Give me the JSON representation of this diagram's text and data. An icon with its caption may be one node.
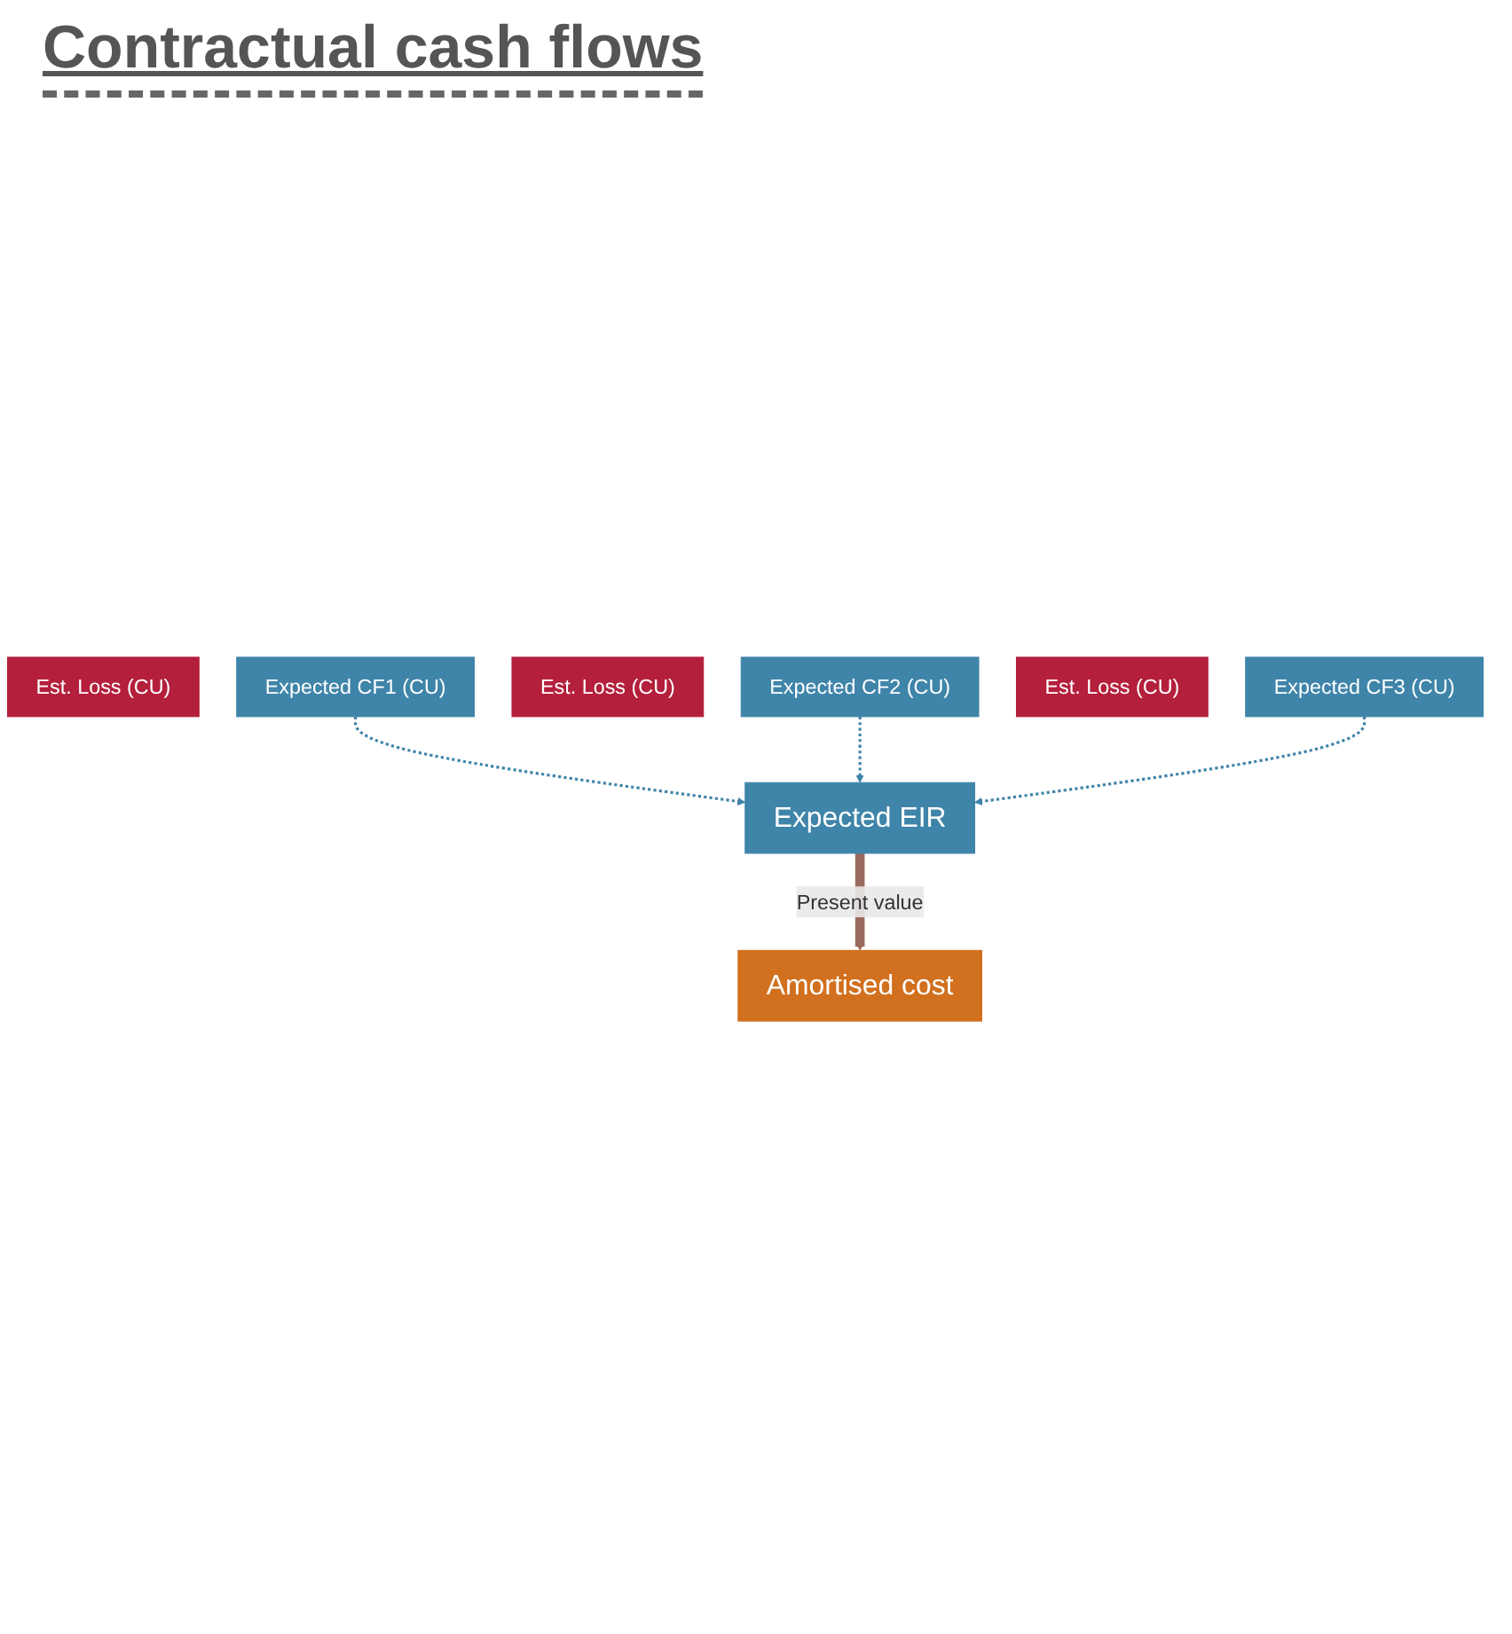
{
  "diagram": {
    "title": "Contractual cash flows",
    "nodes": [
      {
        "text": [
          "Est. Loss (CU)"
        ]
      },
      {
        "text": [
          "Expected CF1 (CU)"
        ]
      },
      {
        "text": [
          "Est. Loss (CU)"
        ]
      },
      {
        "text": [
          "Expected CF2 (CU)"
        ]
      },
      {
        "text": [
          "Est. Loss (CU)"
        ]
      },
      {
        "text": [
          "Expected CF3 (CU)"
        ]
      },
      {
        "text": [
          "Expected EIR"
        ]
      },
      {
        "text": [
          "Amortised cost"
        ]
      }
    ],
    "edges": [
      {
        "from": 1,
        "to": 6,
        "arrow": "to",
        "style": "dashed"
      },
      {
        "from": 3,
        "to": 6,
        "arrow": "to",
        "style": "dashed"
      },
      {
        "from": 5,
        "to": 6,
        "arrow": "to",
        "style": "dashed"
      },
      {
        "from": 6,
        "to": 7,
        "arrow": "to",
        "label": "Present value",
        "style": "thick",
        "color": "#9a6a5e"
      }
    ]
  }
}
